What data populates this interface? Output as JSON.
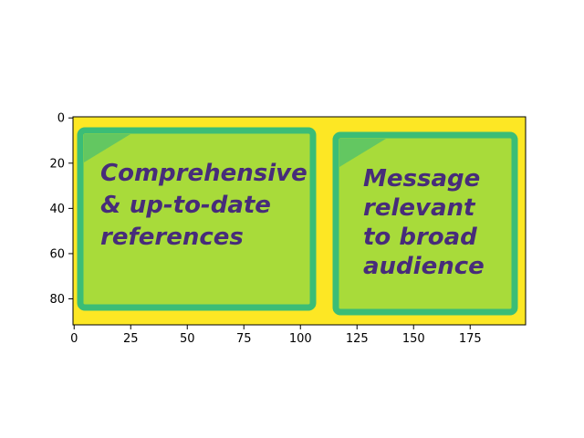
{
  "image": {
    "colors": {
      "background": "#fde724",
      "note_outline": "#3bbd76",
      "note_fill": "#a8db3a",
      "note_corner": "#4cc06f",
      "text": "#472c7a"
    },
    "axes": {
      "xlim": [
        -0.5,
        199.5
      ],
      "ylim": [
        91.5,
        -0.5
      ],
      "xticks": [
        0,
        25,
        50,
        75,
        100,
        125,
        150,
        175
      ],
      "yticks": [
        0,
        20,
        40,
        60,
        80
      ]
    },
    "notes": [
      {
        "lines": [
          "Comprehensive",
          "& up-to-date",
          "references"
        ]
      },
      {
        "lines": [
          "Message",
          "relevant",
          "to broad",
          "audience"
        ]
      }
    ]
  }
}
